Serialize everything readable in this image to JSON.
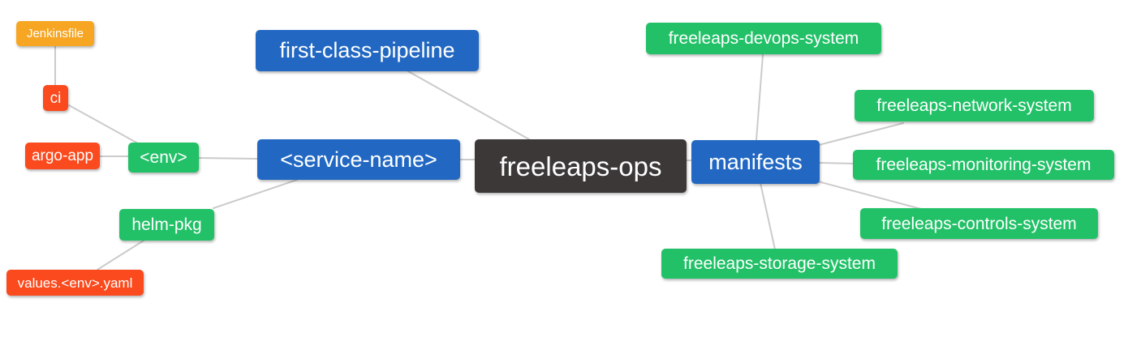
{
  "diagram": {
    "type": "mindmap",
    "root_label": "freeleaps-ops",
    "palette": {
      "blue": "#2268C3",
      "green": "#22C168",
      "red": "#FA4A1E",
      "orange": "#F6A623",
      "dark": "#3C3838",
      "edge": "#CBCBCB",
      "node_text": "#FFFFFF",
      "canvas_background": "#FFFFFF"
    },
    "nodes": [
      {
        "id": "jenkinsfile",
        "label": "Jenkinsfile",
        "color": "orange"
      },
      {
        "id": "ci",
        "label": "ci",
        "color": "red"
      },
      {
        "id": "argo-app",
        "label": "argo-app",
        "color": "red"
      },
      {
        "id": "env",
        "label": "<env>",
        "color": "green"
      },
      {
        "id": "first-class-pipeline",
        "label": "first-class-pipeline",
        "color": "blue"
      },
      {
        "id": "service-name",
        "label": "<service-name>",
        "color": "blue"
      },
      {
        "id": "freeleaps-ops",
        "label": "freeleaps-ops",
        "color": "dark"
      },
      {
        "id": "manifests",
        "label": "manifests",
        "color": "blue"
      },
      {
        "id": "helm-pkg",
        "label": "helm-pkg",
        "color": "green"
      },
      {
        "id": "values-env-yaml",
        "label": "values.<env>.yaml",
        "color": "red"
      },
      {
        "id": "freeleaps-devops-system",
        "label": "freeleaps-devops-system",
        "color": "green"
      },
      {
        "id": "freeleaps-network-system",
        "label": "freeleaps-network-system",
        "color": "green"
      },
      {
        "id": "freeleaps-monitoring-system",
        "label": "freeleaps-monitoring-system",
        "color": "green"
      },
      {
        "id": "freeleaps-controls-system",
        "label": "freeleaps-controls-system",
        "color": "green"
      },
      {
        "id": "freeleaps-storage-system",
        "label": "freeleaps-storage-system",
        "color": "green"
      }
    ],
    "edges": [
      {
        "from": "ci",
        "to": "jenkinsfile"
      },
      {
        "from": "env",
        "to": "ci"
      },
      {
        "from": "env",
        "to": "argo-app"
      },
      {
        "from": "service-name",
        "to": "env"
      },
      {
        "from": "service-name",
        "to": "helm-pkg"
      },
      {
        "from": "helm-pkg",
        "to": "values-env-yaml"
      },
      {
        "from": "freeleaps-ops",
        "to": "first-class-pipeline"
      },
      {
        "from": "freeleaps-ops",
        "to": "service-name"
      },
      {
        "from": "freeleaps-ops",
        "to": "manifests"
      },
      {
        "from": "manifests",
        "to": "freeleaps-devops-system"
      },
      {
        "from": "manifests",
        "to": "freeleaps-network-system"
      },
      {
        "from": "manifests",
        "to": "freeleaps-monitoring-system"
      },
      {
        "from": "manifests",
        "to": "freeleaps-controls-system"
      },
      {
        "from": "manifests",
        "to": "freeleaps-storage-system"
      }
    ]
  }
}
